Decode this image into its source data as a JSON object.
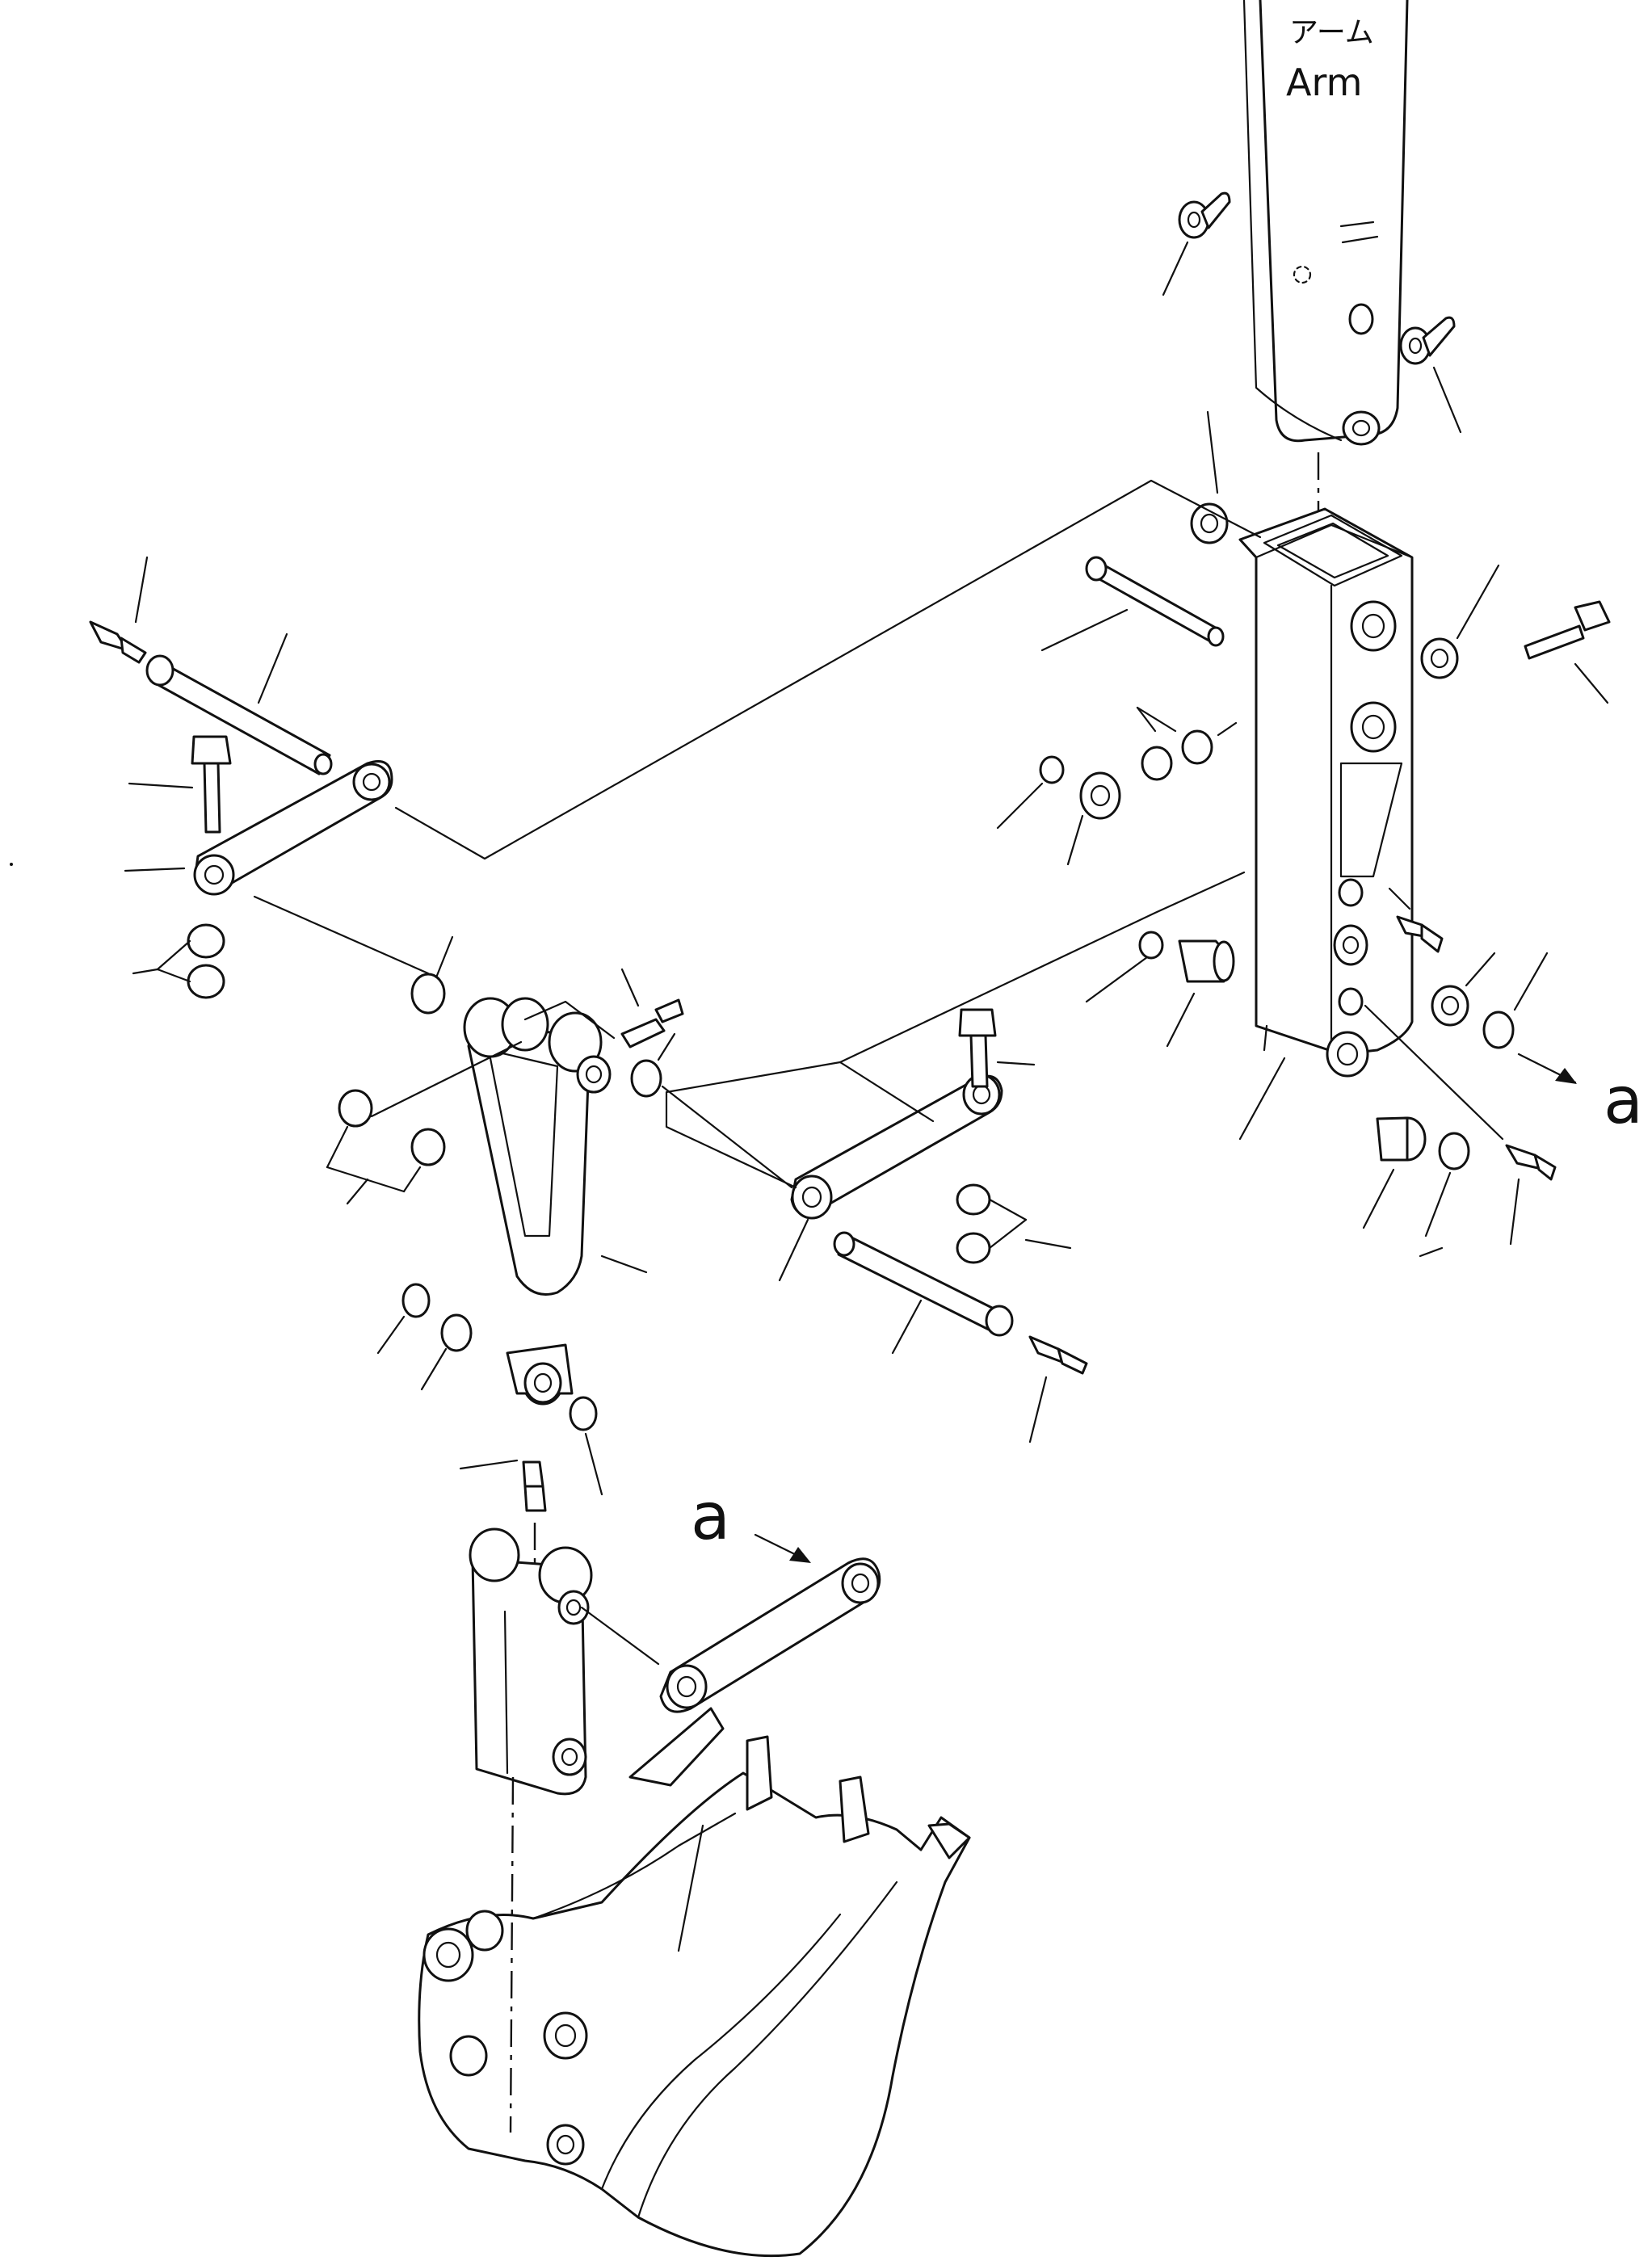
{
  "labels": {
    "arm_jp": "アーム",
    "arm_en": "Arm",
    "ref_a_upper": "a",
    "ref_a_lower": "a"
  }
}
